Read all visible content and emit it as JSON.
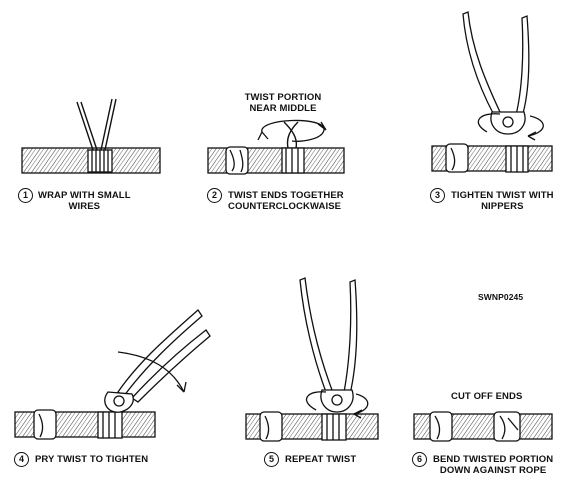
{
  "steps": [
    {
      "number": "1",
      "line1": "WRAP WITH SMALL",
      "line2": "WIRES"
    },
    {
      "number": "2",
      "line1": "TWIST ENDS TOGETHER",
      "line2": "COUNTERCLOCKWAISE"
    },
    {
      "number": "3",
      "line1": "TIGHTEN TWIST WITH",
      "line2": "NIPPERS"
    },
    {
      "number": "4",
      "line1": "PRY TWIST TO TIGHTEN",
      "line2": ""
    },
    {
      "number": "5",
      "line1": "REPEAT TWIST",
      "line2": ""
    },
    {
      "number": "6",
      "line1": "BEND TWISTED PORTION",
      "line2": "DOWN AGAINST ROPE"
    }
  ],
  "annotations": {
    "twist_portion_line1": "TWIST PORTION",
    "twist_portion_line2": "NEAR MIDDLE",
    "cut_off_ends": "CUT OFF ENDS",
    "figure_code": "SWNP0245"
  }
}
